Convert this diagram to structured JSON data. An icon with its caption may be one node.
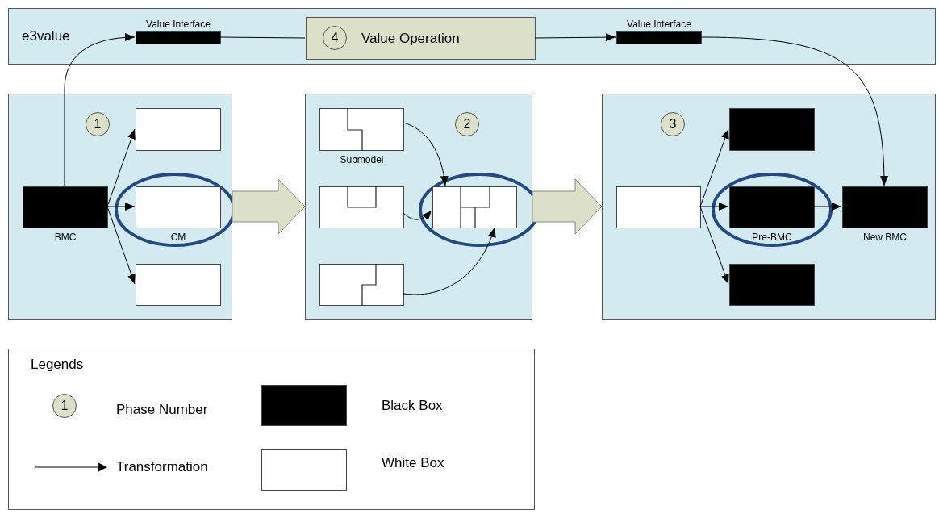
{
  "diagram": {
    "nodes": [
      {
        "text": [
          "e3value"
        ]
      },
      {
        "text": [
          "Value Interface"
        ],
        "in": 0
      },
      {
        "text": [
          "Value Operation"
        ],
        "in": 0
      },
      {
        "text": [
          "4"
        ],
        "in": 2
      },
      {
        "text": [
          "Value Interface"
        ],
        "in": 0
      },
      {
        "text": [],
        "shape": "box"
      },
      {
        "text": [
          "1"
        ],
        "in": 5
      },
      {
        "text": [],
        "shape": "box",
        "in": 5
      },
      {
        "text": [
          "BMC"
        ],
        "in": 5
      },
      {
        "text": [],
        "shape": "ellipse",
        "in": 5
      },
      {
        "text": [
          "CM"
        ],
        "in": 9
      },
      {
        "text": [],
        "shape": "box",
        "in": 5
      },
      {
        "text": [],
        "shape": "box"
      },
      {
        "text": [
          "2"
        ],
        "in": 12
      },
      {
        "text": [
          "Submodel"
        ],
        "in": 12
      },
      {
        "text": [],
        "shape": "box",
        "in": 12
      },
      {
        "text": [],
        "shape": "box",
        "in": 12
      },
      {
        "text": [],
        "shape": "ellipse",
        "in": 12
      },
      {
        "text": [],
        "shape": "box",
        "in": 17
      },
      {
        "text": [],
        "shape": "box"
      },
      {
        "text": [
          "3"
        ],
        "in": 19
      },
      {
        "text": [],
        "shape": "box",
        "in": 19
      },
      {
        "text": [],
        "shape": "box",
        "in": 19
      },
      {
        "text": [],
        "shape": "ellipse",
        "in": 19
      },
      {
        "text": [
          "Pre-BMC"
        ],
        "in": 23
      },
      {
        "text": [],
        "shape": "box",
        "in": 19
      },
      {
        "text": [
          "New BMC"
        ],
        "in": 19
      },
      {
        "text": [
          "1"
        ]
      }
    ],
    "edges": [
      {
        "from": 8,
        "to": 1,
        "arrow": "to"
      },
      {
        "from": 1,
        "to": 2,
        "arrow": "none"
      },
      {
        "from": 2,
        "to": 4,
        "arrow": "to"
      },
      {
        "from": 4,
        "to": 26,
        "arrow": "to"
      },
      {
        "from": 8,
        "to": 7,
        "arrow": "to"
      },
      {
        "from": 8,
        "to": 10,
        "arrow": "to"
      },
      {
        "from": 8,
        "to": 11,
        "arrow": "to"
      },
      {
        "from": 5,
        "to": 12,
        "arrow": "to",
        "style": "thick"
      },
      {
        "from": 14,
        "to": 18,
        "arrow": "to"
      },
      {
        "from": 15,
        "to": 18,
        "arrow": "to"
      },
      {
        "from": 16,
        "to": 18,
        "arrow": "to"
      },
      {
        "from": 12,
        "to": 19,
        "arrow": "to",
        "style": "thick"
      },
      {
        "from": 21,
        "to": 22,
        "arrow": "to"
      },
      {
        "from": 21,
        "to": 24,
        "arrow": "to"
      },
      {
        "from": 21,
        "to": 25,
        "arrow": "to"
      },
      {
        "from": 24,
        "to": 26,
        "arrow": "to"
      }
    ],
    "labels": [
      "Legends"
    ],
    "legend": [
      {
        "text": "Phase Number"
      },
      {
        "text": "Transformation"
      },
      {
        "text": "Black Box",
        "color": "#000000"
      },
      {
        "text": "White Box",
        "color": "#ffffff"
      }
    ]
  }
}
